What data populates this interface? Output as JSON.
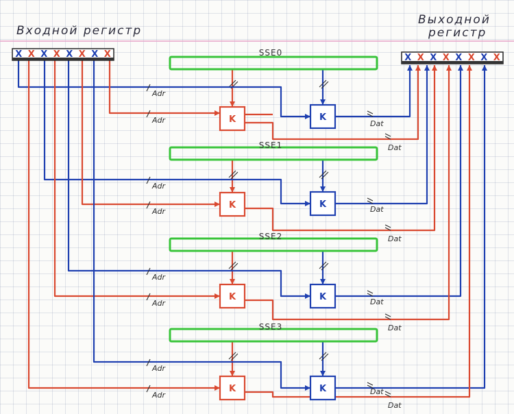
{
  "input_register": {
    "title": "Входной регистр",
    "cells": [
      "X",
      "X",
      "X",
      "X",
      "X",
      "X",
      "X",
      "X"
    ]
  },
  "output_register": {
    "title_line1": "Выходной",
    "title_line2": "регистр",
    "cells": [
      "X",
      "X",
      "X",
      "X",
      "X",
      "X",
      "X",
      "X"
    ]
  },
  "adr_label": "Adr",
  "dat_label": "Dat",
  "k_label": "K",
  "stages": [
    {
      "name": "SSE0"
    },
    {
      "name": "SSE1"
    },
    {
      "name": "SSE2"
    },
    {
      "name": "SSE3"
    }
  ],
  "colors": {
    "blue": "#1e3fb0",
    "red": "#d9482f",
    "green": "#39c43a",
    "pink_line": "#e7a3c8"
  }
}
